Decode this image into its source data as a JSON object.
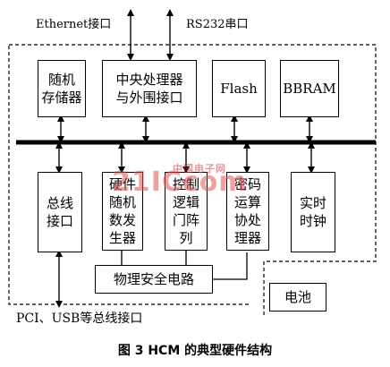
{
  "top_labels": {
    "ethernet": "Ethernet接口",
    "rs232": "RS232串口"
  },
  "top_boxes": [
    {
      "id": "ram",
      "label": "随机\n存储器"
    },
    {
      "id": "cpu",
      "label": "中央处理器\n与外围接口"
    },
    {
      "id": "flash",
      "label": "Flash"
    },
    {
      "id": "bbram",
      "label": "BBRAM"
    }
  ],
  "bottom_boxes": [
    {
      "id": "bus",
      "label": "总线\n接口"
    },
    {
      "id": "rng",
      "label": "硬件\n随机\n数发\n生器"
    },
    {
      "id": "logic",
      "label": "控制\n逻辑\n门阵\n列"
    },
    {
      "id": "crypto",
      "label": "密码\n运算\n协处\n理器"
    },
    {
      "id": "rtc",
      "label": "实时\n时钟"
    }
  ],
  "security_circuit": "物理安全电路",
  "battery": "电池",
  "bottom_bus_label": "PCI、USB等总线接口",
  "caption": "图 3   HCM 的典型硬件结构",
  "watermark": {
    "main": "21ICcom",
    "sub": "中国电子网"
  }
}
